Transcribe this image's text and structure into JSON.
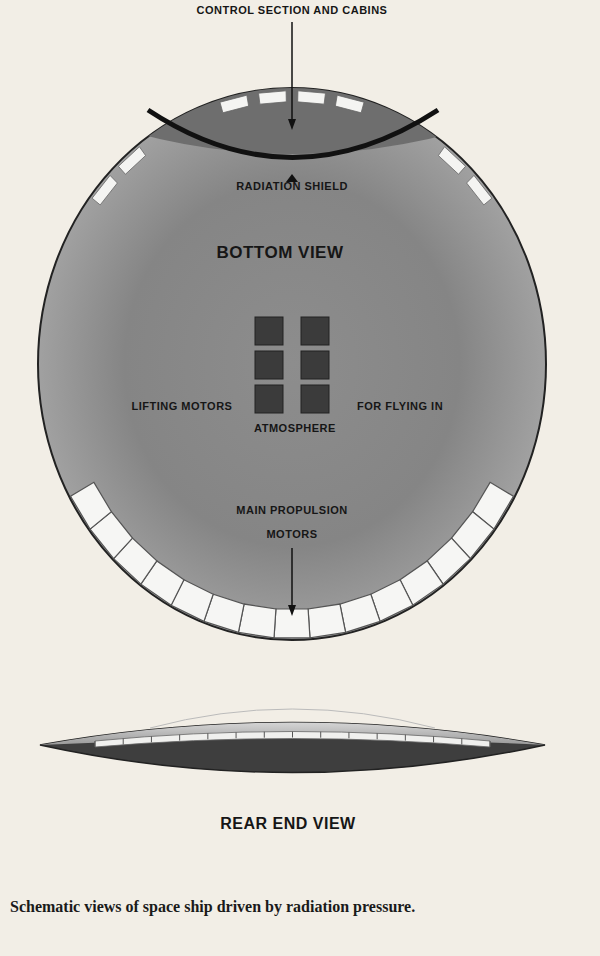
{
  "diagram": {
    "caption": "Schematic views of space ship driven by radiation pressure.",
    "labels": [
      "CONTROL SECTION AND CABINS",
      "RADIATION SHIELD",
      "BOTTOM VIEW",
      "LIFTING MOTORS",
      "ATMOSPHERE",
      "FOR FLYING IN",
      "MAIN PROPULSION MOTORS",
      "REAR END VIEW"
    ]
  }
}
